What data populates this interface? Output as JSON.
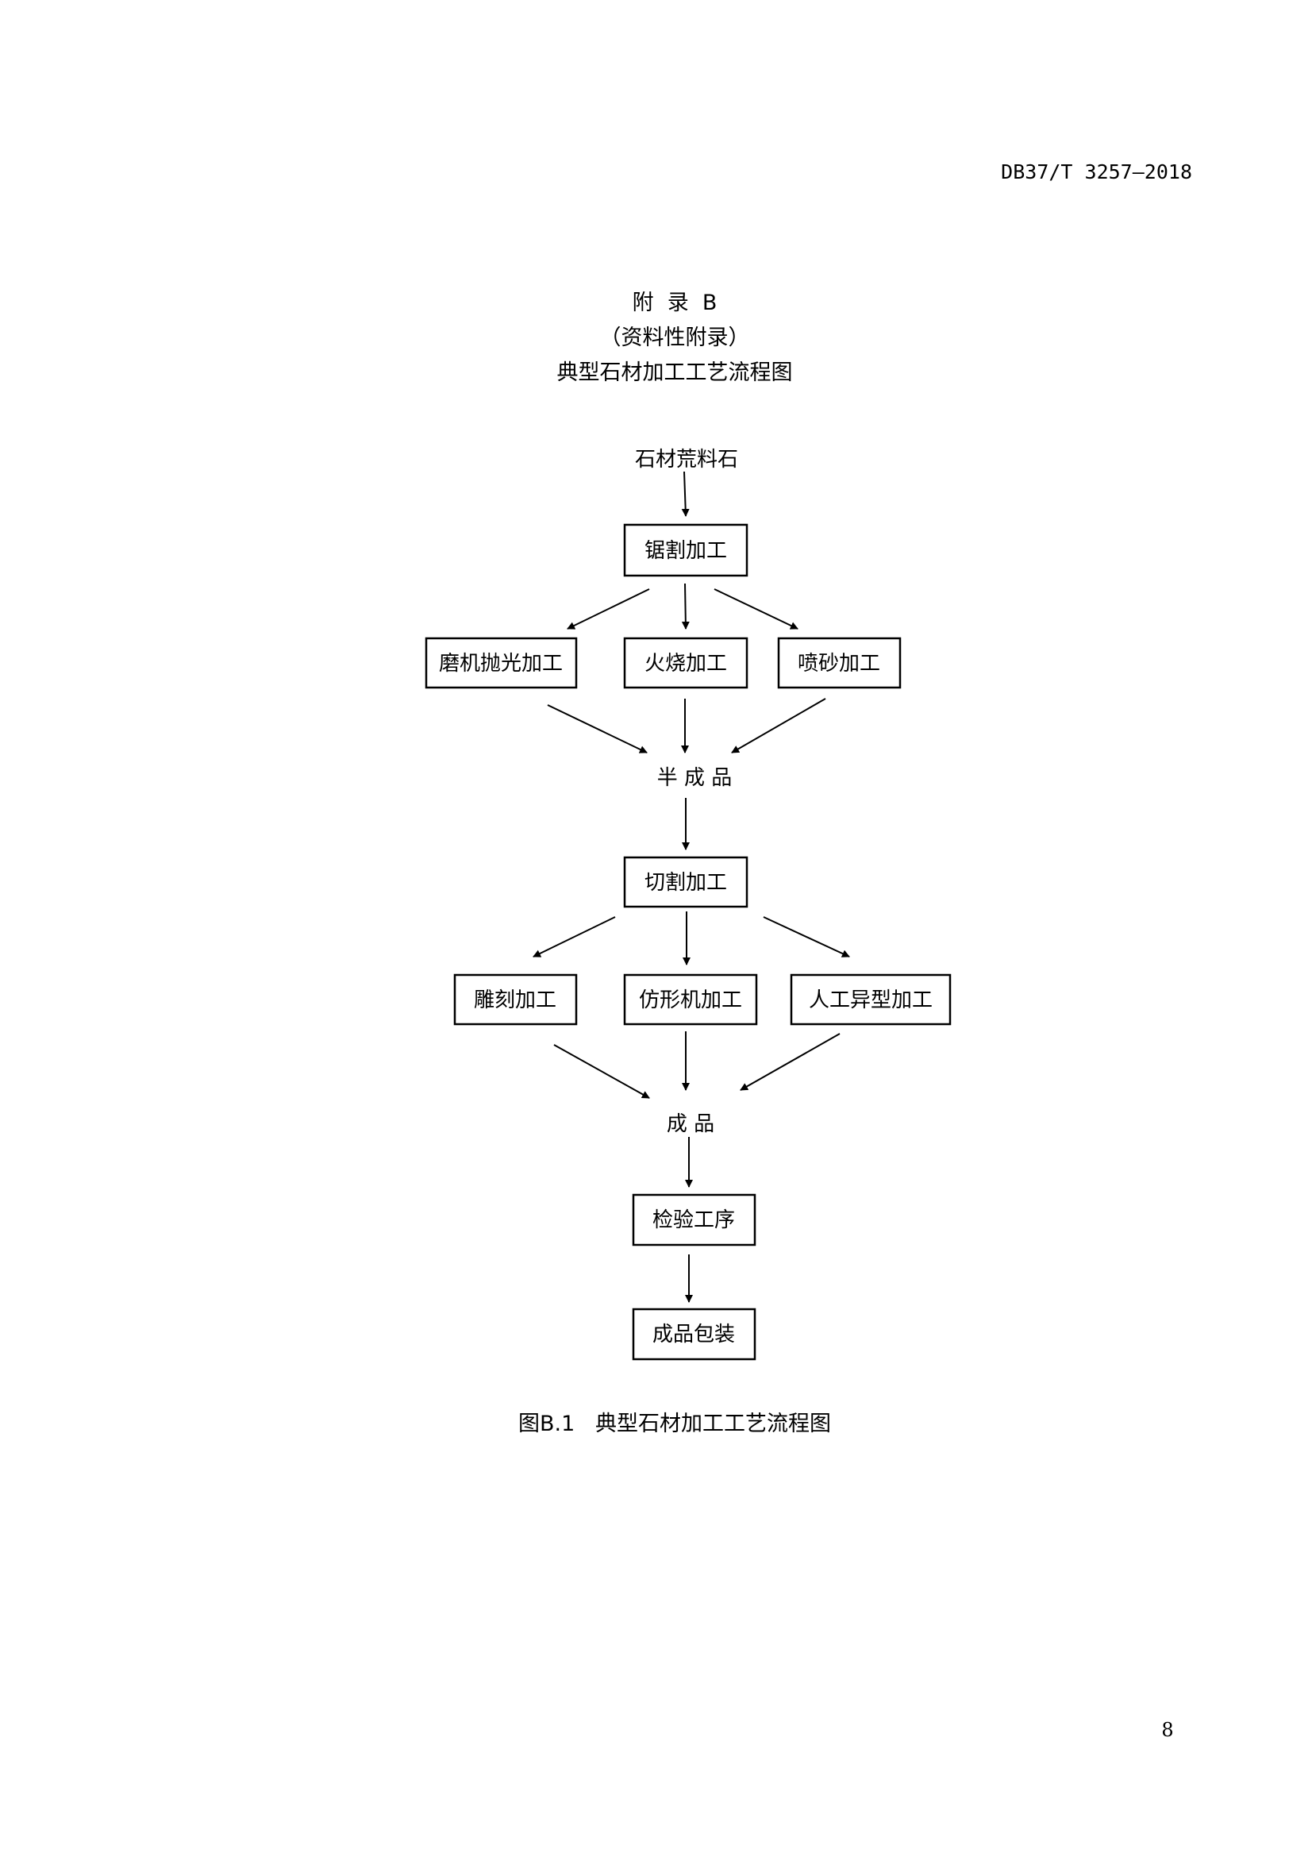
{
  "header": {
    "standard_code": "DB37/T 3257—2018"
  },
  "appendix": {
    "label": "附  录  B",
    "type": "（资料性附录）",
    "title": "典型石材加工工艺流程图"
  },
  "flowchart": {
    "start": "石材荒料石",
    "step1": "锯割加工",
    "row2": [
      "磨机抛光加工",
      "火烧加工",
      "喷砂加工"
    ],
    "intermediate": "半 成 品",
    "step3": "切割加工",
    "row4": [
      "雕刻加工",
      "仿形机加工",
      "人工异型加工"
    ],
    "product": "成 品",
    "step5": "检验工序",
    "step6": "成品包装"
  },
  "caption": "图B.1   典型石材加工工艺流程图",
  "page_number": "8"
}
